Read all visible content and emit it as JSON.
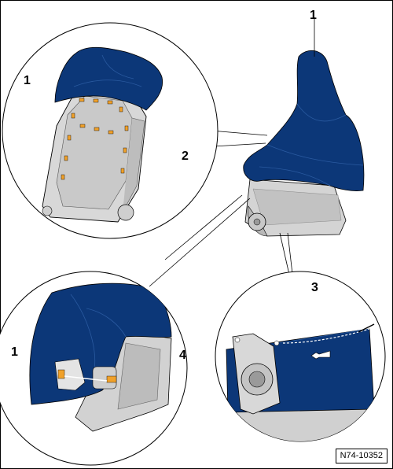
{
  "callouts": {
    "c1_top_right": "1",
    "c1_top_left": "1",
    "c2": "2",
    "c3": "3",
    "c1_bottom_left": "1",
    "c4": "4"
  },
  "reference": "N74-10352",
  "colors": {
    "cover": "#0c3778",
    "cover_dark": "#082a5c",
    "frame_grey": "#d4d4d4",
    "frame_dark": "#9a9a9a",
    "clip_orange": "#f0a12a",
    "outline": "#000000"
  }
}
